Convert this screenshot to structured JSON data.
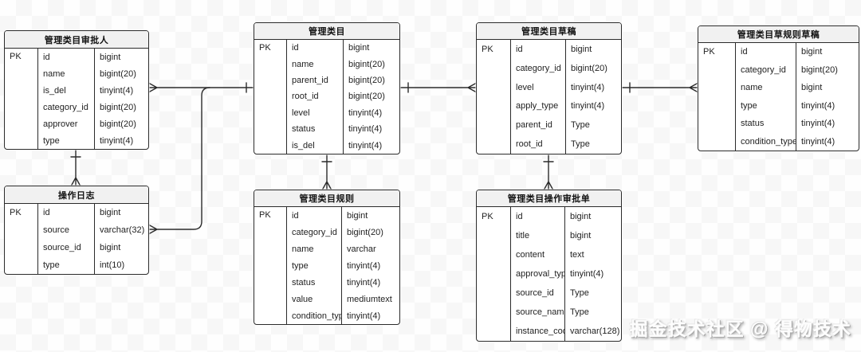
{
  "diagram": {
    "type": "er-diagram",
    "pk_label": "PK",
    "entities": [
      {
        "id": "category-approver",
        "title": "管理类目审批人",
        "fields": [
          {
            "name": "id",
            "type": "bigint"
          },
          {
            "name": "name",
            "type": "bigint(20)"
          },
          {
            "name": "is_del",
            "type": "tinyint(4)"
          },
          {
            "name": "category_id",
            "type": "bigint(20)"
          },
          {
            "name": "approver",
            "type": "bigint(20)"
          },
          {
            "name": "type",
            "type": "tinyint(4)"
          }
        ]
      },
      {
        "id": "operation-log",
        "title": "操作日志",
        "fields": [
          {
            "name": "id",
            "type": "bigint"
          },
          {
            "name": "source",
            "type": "varchar(32)"
          },
          {
            "name": "source_id",
            "type": "bigint"
          },
          {
            "name": "type",
            "type": "int(10)"
          }
        ]
      },
      {
        "id": "category",
        "title": "管理类目",
        "fields": [
          {
            "name": "id",
            "type": "bigint"
          },
          {
            "name": "name",
            "type": "bigint(20)"
          },
          {
            "name": "parent_id",
            "type": "bigint(20)"
          },
          {
            "name": "root_id",
            "type": "bigint(20)"
          },
          {
            "name": "level",
            "type": "tinyint(4)"
          },
          {
            "name": "status",
            "type": "tinyint(4)"
          },
          {
            "name": "is_del",
            "type": "tinyint(4)"
          }
        ]
      },
      {
        "id": "category-rule",
        "title": "管理类目规则",
        "fields": [
          {
            "name": "id",
            "type": "bigint"
          },
          {
            "name": "category_id",
            "type": "bigint(20)"
          },
          {
            "name": "name",
            "type": "varchar"
          },
          {
            "name": "type",
            "type": "tinyint(4)"
          },
          {
            "name": "status",
            "type": "tinyint(4)"
          },
          {
            "name": "value",
            "type": "mediumtext"
          },
          {
            "name": "condition_type",
            "type": "tinyint(4)"
          }
        ]
      },
      {
        "id": "category-draft",
        "title": "管理类目草稿",
        "fields": [
          {
            "name": "id",
            "type": "bigint"
          },
          {
            "name": "category_id",
            "type": "bigint(20)"
          },
          {
            "name": "level",
            "type": "tinyint(4)"
          },
          {
            "name": "apply_type",
            "type": "tinyint(4)"
          },
          {
            "name": "parent_id",
            "type": "Type"
          },
          {
            "name": "root_id",
            "type": "Type"
          }
        ]
      },
      {
        "id": "category-operation-approval",
        "title": "管理类目操作审批单",
        "fields": [
          {
            "name": "id",
            "type": "bigint"
          },
          {
            "name": "title",
            "type": "bigint"
          },
          {
            "name": "content",
            "type": "text"
          },
          {
            "name": "approval_type",
            "type": "tinyint(4)"
          },
          {
            "name": "source_id",
            "type": "Type"
          },
          {
            "name": "source_name",
            "type": "Type"
          },
          {
            "name": "instance_code",
            "type": "varchar(128)"
          }
        ]
      },
      {
        "id": "category-rule-draft",
        "title": "管理类目草规则草稿",
        "fields": [
          {
            "name": "id",
            "type": "bigint"
          },
          {
            "name": "category_id",
            "type": "bigint(20)"
          },
          {
            "name": "name",
            "type": "bigint"
          },
          {
            "name": "type",
            "type": "tinyint(4)"
          },
          {
            "name": "status",
            "type": "tinyint(4)"
          },
          {
            "name": "condition_type",
            "type": "tinyint(4)"
          }
        ]
      }
    ],
    "relationships": [
      {
        "from": "管理类目审批人",
        "to": "管理类目",
        "from_cardinality": "many",
        "to_cardinality": "one"
      },
      {
        "from": "操作日志",
        "to": "管理类目",
        "from_cardinality": "many",
        "to_cardinality": "one"
      },
      {
        "from": "操作日志",
        "to": "管理类目审批人",
        "from_cardinality": "many",
        "to_cardinality": "one"
      },
      {
        "from": "管理类目规则",
        "to": "管理类目",
        "from_cardinality": "many",
        "to_cardinality": "one"
      },
      {
        "from": "管理类目草稿",
        "to": "管理类目",
        "from_cardinality": "many",
        "to_cardinality": "one"
      },
      {
        "from": "管理类目草规则草稿",
        "to": "管理类目草稿",
        "from_cardinality": "many",
        "to_cardinality": "one"
      },
      {
        "from": "管理类目操作审批单",
        "to": "管理类目草稿",
        "from_cardinality": "many",
        "to_cardinality": "one"
      }
    ],
    "watermark": "掘金技术社区 @ 得物技术"
  }
}
